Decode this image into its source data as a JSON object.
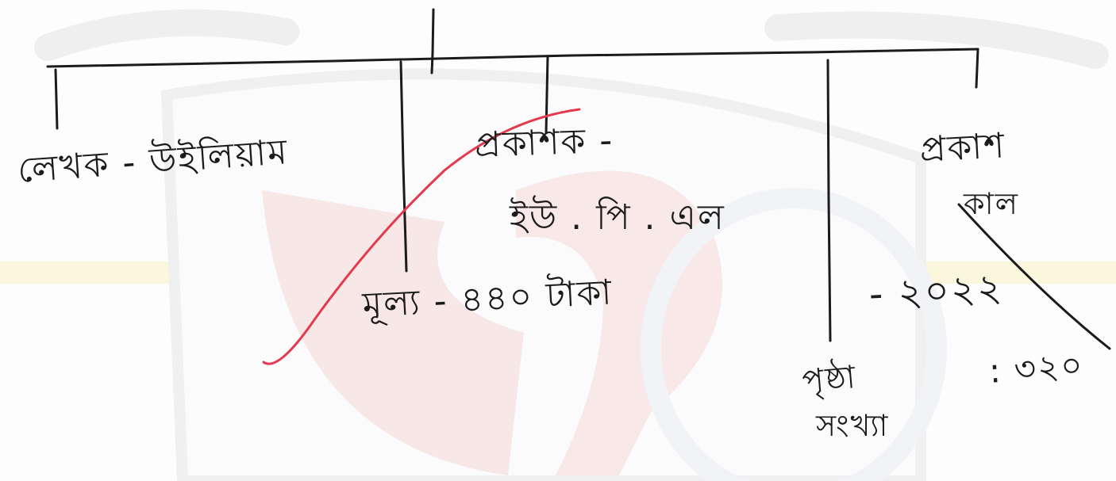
{
  "notes": {
    "author": "লেখক - উইলিয়াম",
    "publisher_label": "প্রকাশক -",
    "publisher_value": "ইউ . পি . এল",
    "pubyear_label": "প্রকাশ",
    "pubyear_suffix": "কাল",
    "pubyear_value": "- ২০২২",
    "price": "মূল্য - ৪৪০ টাকা",
    "pages_label": "পৃষ্ঠা",
    "pages_label_2": "সংখ্যা",
    "pages_value": ": ৩২০"
  },
  "colors": {
    "ink": "#1b1b1b",
    "red_ink": "#e23a4e",
    "watermark_gray": "#efefef",
    "watermark_red": "#f6dcdc",
    "watermark_yellow": "#f8f3cf"
  }
}
